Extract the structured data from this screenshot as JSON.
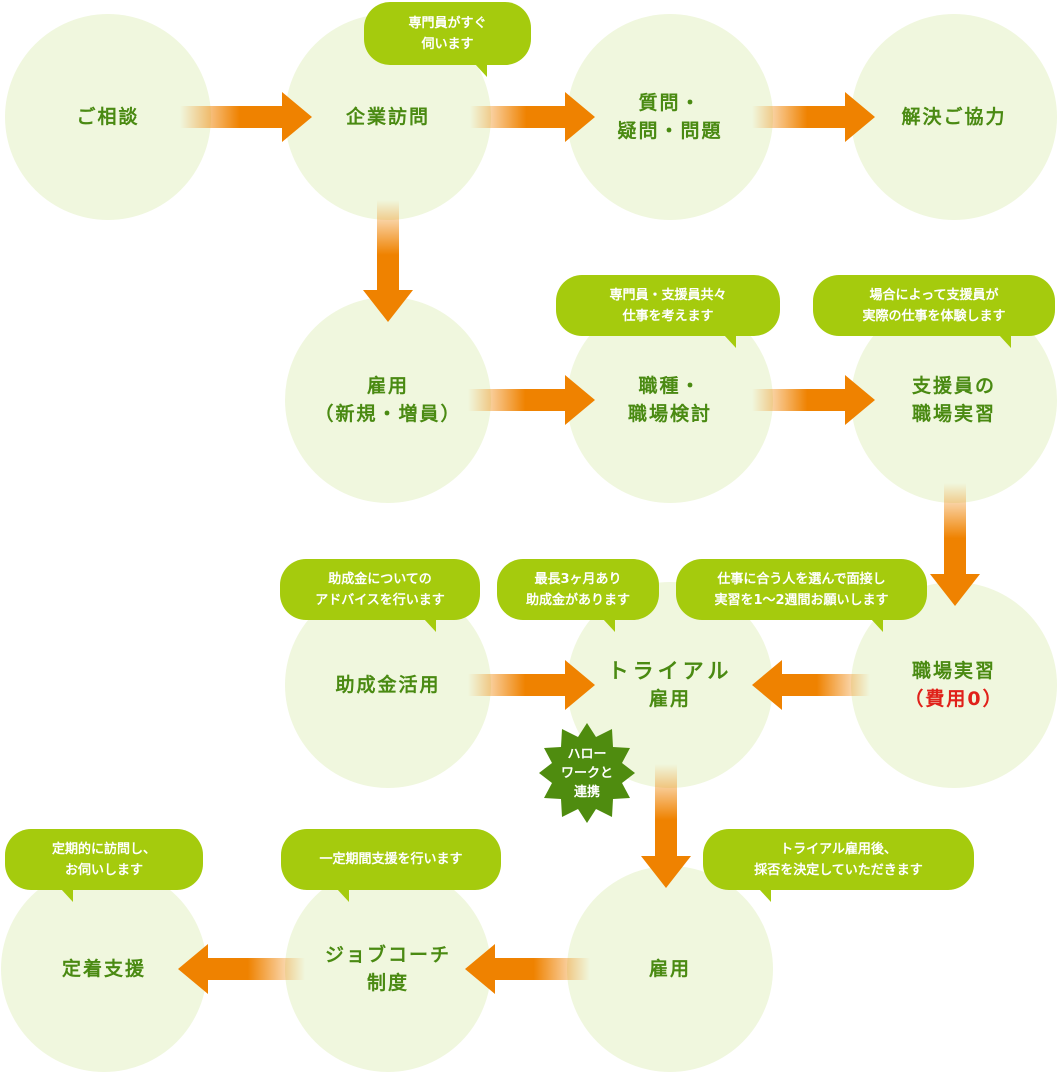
{
  "nodes": {
    "consult": "ご相談",
    "visit": "企業訪問",
    "questions_1": "質問・",
    "questions_2": "疑問・問題",
    "solve": "解決ご協力",
    "hire_1": "雇用",
    "hire_2": "（新規・増員）",
    "job_review_1": "職種・",
    "job_review_2": "職場検討",
    "support_training_1": "支援員の",
    "support_training_2": "職場実習",
    "workplace_training_1": "職場実習",
    "workplace_training_2": "（費用0）",
    "subsidy": "助成金活用",
    "trial_1": "トライアル",
    "trial_2": "雇用",
    "employment": "雇用",
    "job_coach_1": "ジョブコーチ",
    "job_coach_2": "制度",
    "retention": "定着支援"
  },
  "bubbles": {
    "visit_1": "専門員がすぐ",
    "visit_2": "伺います",
    "job_review_1": "専門員・支援員共々",
    "job_review_2": "仕事を考えます",
    "support_1": "場合によって支援員が",
    "support_2": "実際の仕事を体験します",
    "workplace_1": "仕事に合う人を選んで面接し",
    "workplace_2": "実習を1～2週間お願いします",
    "trial_1": "最長3ヶ月あり",
    "trial_2": "助成金があります",
    "subsidy_1": "助成金についての",
    "subsidy_2": "アドバイスを行います",
    "employment_1": "トライアル雇用後、",
    "employment_2": "採否を決定していただきます",
    "job_coach_1": "一定期間支援を行います",
    "retention_1": "定期的に訪問し、",
    "retention_2": "お伺いします"
  },
  "badge": {
    "line_1": "ハロー",
    "line_2": "ワークと",
    "line_3": "連携"
  },
  "colors": {
    "circle": "#f0f7de",
    "node_text": "#4a8a12",
    "emphasis": "#e0211a",
    "bubble": "#a5cb0d",
    "arrow": "#ef8200",
    "badge": "#4f8c0f"
  }
}
